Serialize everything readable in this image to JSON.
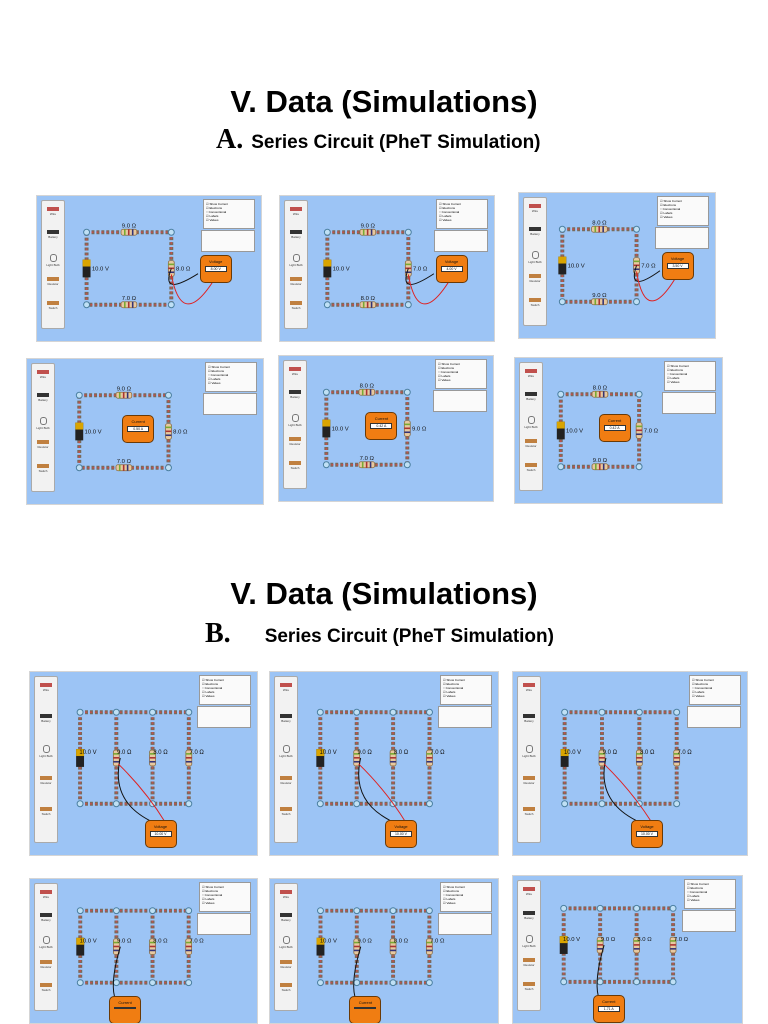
{
  "section_a": {
    "heading": "V. Data (Simulations)",
    "letter": "A.",
    "subheading": "Series Circuit (PheT Simulation)"
  },
  "section_b": {
    "heading": "V. Data (Simulations)",
    "letter": "B.",
    "subheading": "Series Circuit (PheT Simulation)"
  },
  "toolbox_items": [
    "Wire",
    "Battery",
    "Light Bulb",
    "Resistor",
    "Switch"
  ],
  "control_panel": {
    "show_current": "Show Current",
    "electrons": "Electrons",
    "conventional": "Conventional",
    "labels": "Labels",
    "values": "Values"
  },
  "meter_labels": {
    "voltage": "Voltage",
    "current": "Current"
  },
  "colors": {
    "sim_bg": "#9cc4f5",
    "meter": "#f07d12",
    "probe_red": "#e02020",
    "probe_black": "#111111"
  },
  "sims_a": [
    {
      "labels": [
        "9.0 Ω",
        "10.0 V",
        "7.0 Ω",
        "8.0 Ω"
      ],
      "meter": "voltage",
      "reading": "8.00 V"
    },
    {
      "labels": [
        "9.0 Ω",
        "10.0 V",
        "8.0 Ω",
        "7.0 Ω"
      ],
      "meter": "voltage",
      "reading": "4.00 V"
    },
    {
      "labels": [
        "8.0 Ω",
        "10.0 V",
        "9.0 Ω",
        "7.0 Ω"
      ],
      "meter": "voltage",
      "reading": "3.50 V"
    },
    {
      "labels": [
        "9.0 Ω",
        "10.0 V",
        "7.0 Ω",
        "8.0 Ω"
      ],
      "meter": "current",
      "reading": "0.50 A"
    },
    {
      "labels": [
        "8.0 Ω",
        "10.0 V",
        "7.0 Ω",
        "9.0 Ω"
      ],
      "meter": "current",
      "reading": "0.42 A"
    },
    {
      "labels": [
        "8.0 Ω",
        "10.0 V",
        "9.0 Ω",
        "7.0 Ω"
      ],
      "meter": "current",
      "reading": "0.42 A"
    }
  ],
  "sims_b": [
    {
      "labels": [
        "10.0 V",
        "9.0 Ω",
        "8.0 Ω",
        "7.0 Ω"
      ],
      "meter": "voltage",
      "reading": "10.00 V"
    },
    {
      "labels": [
        "10.0 V",
        "9.0 Ω",
        "8.0 Ω",
        "7.0 Ω"
      ],
      "meter": "voltage",
      "reading": "10.00 V"
    },
    {
      "labels": [
        "10.0 V",
        "9.0 Ω",
        "8.0 Ω",
        "7.0 Ω"
      ],
      "meter": "voltage",
      "reading": "10.00 V"
    },
    {
      "labels": [
        "10.0 V",
        "9.0 Ω",
        "8.0 Ω",
        "7.0 Ω"
      ],
      "meter": "current",
      "reading": ""
    },
    {
      "labels": [
        "10.0 V",
        "9.0 Ω",
        "8.0 Ω",
        "7.0 Ω"
      ],
      "meter": "current",
      "reading": ""
    },
    {
      "labels": [
        "10.0 V",
        "9.0 Ω",
        "8.0 Ω",
        "7.0 Ω"
      ],
      "meter": "current",
      "reading": "1.71 A"
    }
  ]
}
